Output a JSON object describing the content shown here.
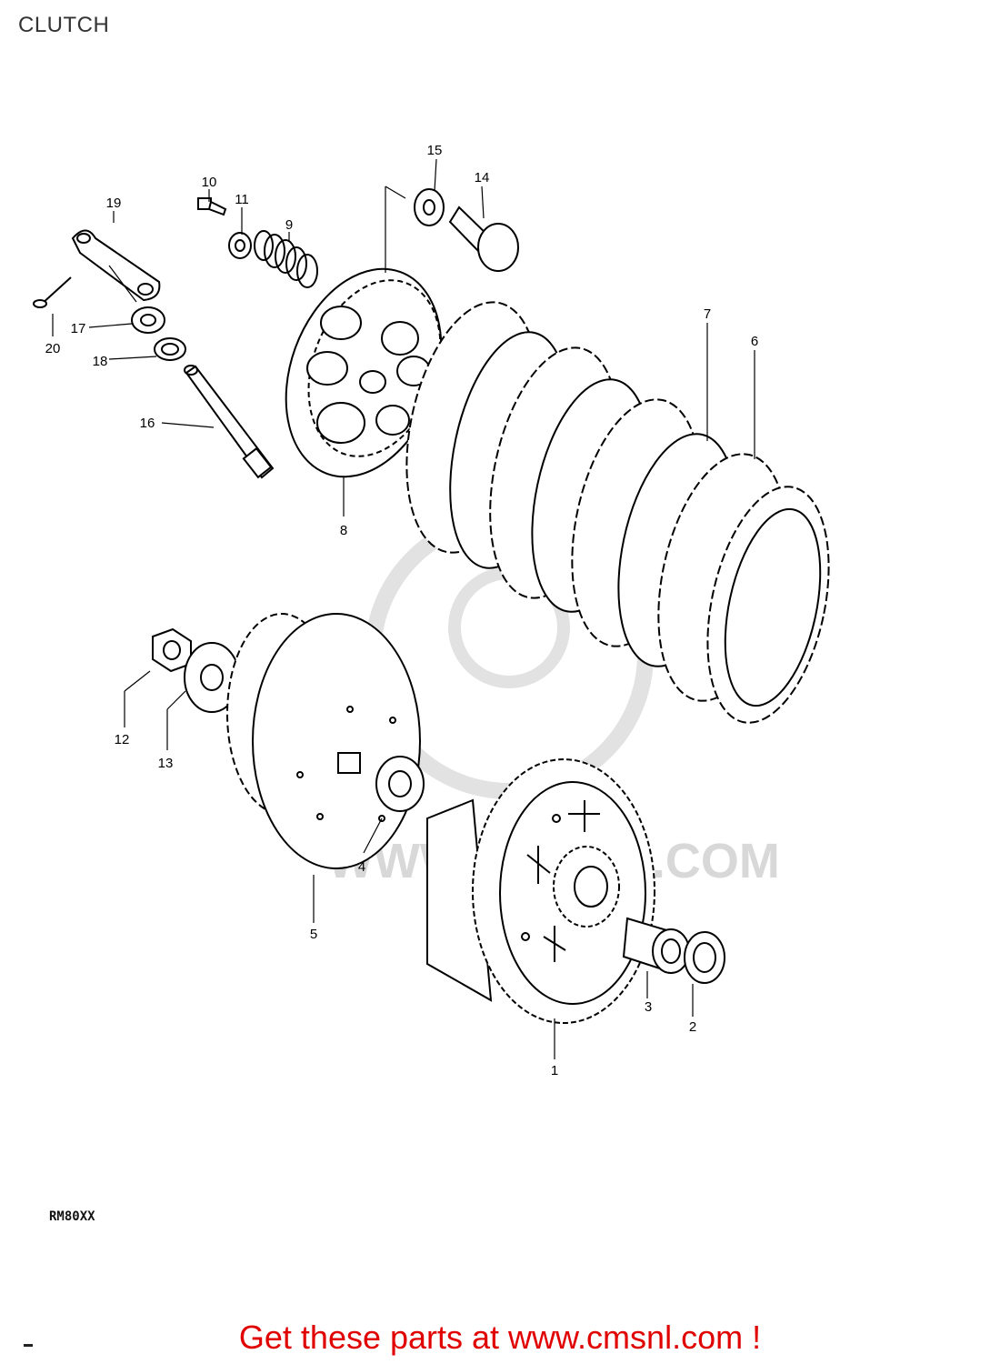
{
  "title": "CLUTCH",
  "model_code": "RM80XX",
  "footer_text": "Get these parts at www.cmsnl.com !",
  "watermark_text": "WWW.CMSNL.COM",
  "callouts": [
    "1",
    "2",
    "3",
    "4",
    "5",
    "6",
    "7",
    "8",
    "9",
    "10",
    "11",
    "12",
    "13",
    "14",
    "15",
    "16",
    "17",
    "18",
    "19",
    "20"
  ],
  "colors": {
    "footer": "#e00000",
    "line": "#000000",
    "watermark": "#d8d8d8"
  }
}
